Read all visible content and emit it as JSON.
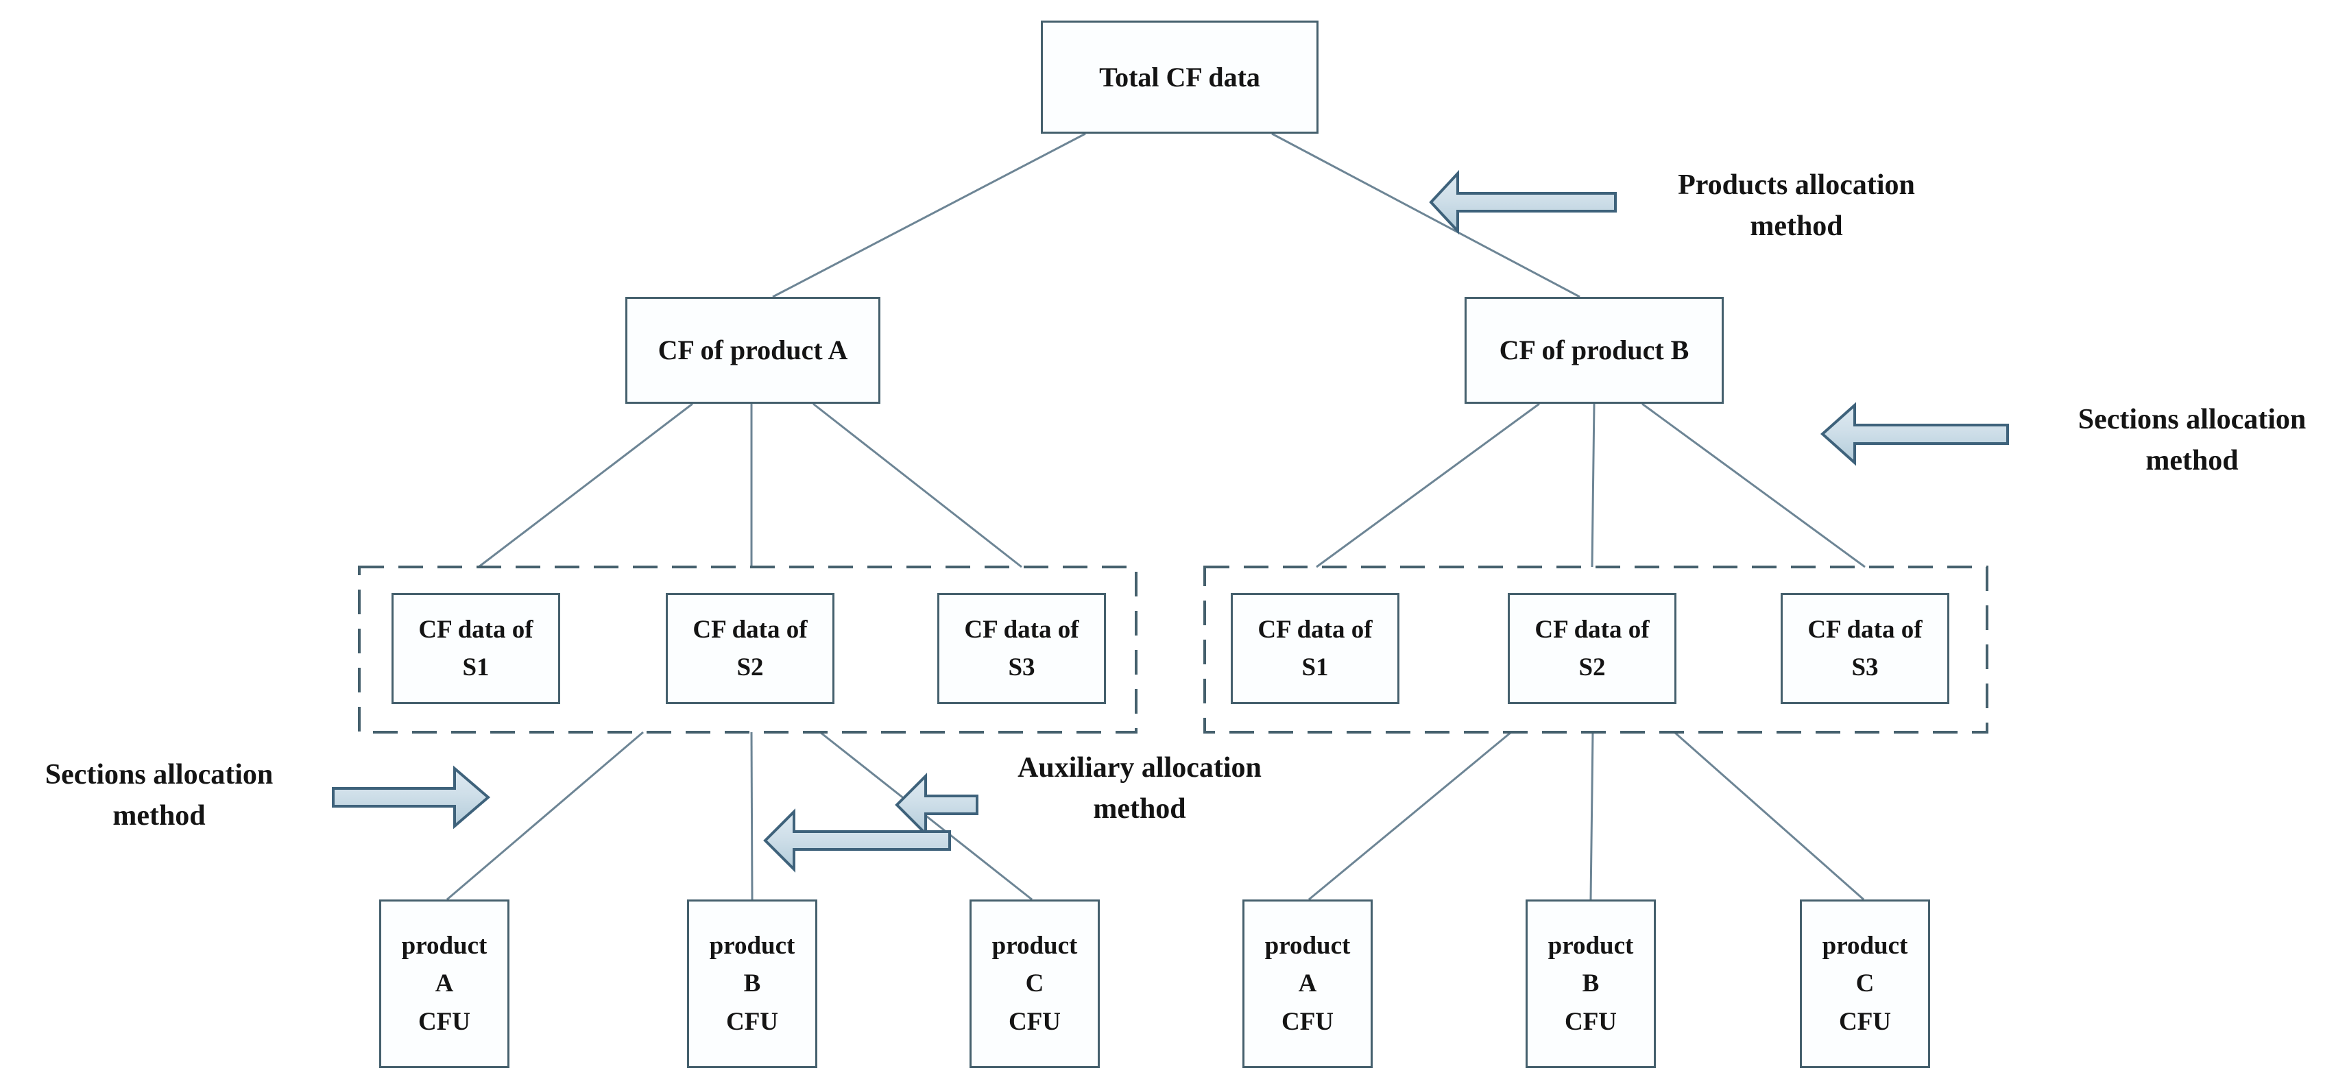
{
  "diagram_title": "CF data allocation tree",
  "colors": {
    "box_border": "#45606d",
    "box_fill": "#fcfeff",
    "connector_line": "#6d8595",
    "dashed_border": "#45606d",
    "arrow_fill_light": "#dfeaf2",
    "arrow_fill_dark": "#b3ccda",
    "arrow_stroke": "#3e627b",
    "text": "#141414"
  },
  "nodes": {
    "total": "Total CF data",
    "cf_a": "CF of product A",
    "cf_b": "CF of product B",
    "l_s1": "CF data of\nS1",
    "l_s2": "CF data of\nS2",
    "l_s3": "CF data of\nS3",
    "r_s1": "CF data of\nS1",
    "r_s2": "CF data of\nS2",
    "r_s3": "CF data of\nS3",
    "l_pa": "product\nA\nCFU",
    "l_pb": "product\nB\nCFU",
    "l_pc": "product\nC\nCFU",
    "r_pa": "product\nA\nCFU",
    "r_pb": "product\nB\nCFU",
    "r_pc": "product\nC\nCFU"
  },
  "captions": {
    "products": "Products allocation\nmethod",
    "sections_right": "Sections allocation\nmethod",
    "sections_left": "Sections allocation\nmethod",
    "auxiliary": "Auxiliary allocation\nmethod"
  },
  "edges": [
    [
      "total",
      "cf_a"
    ],
    [
      "total",
      "cf_b"
    ],
    [
      "cf_a",
      "l_s1"
    ],
    [
      "cf_a",
      "l_s2"
    ],
    [
      "cf_a",
      "l_s3"
    ],
    [
      "cf_b",
      "r_s1"
    ],
    [
      "cf_b",
      "r_s2"
    ],
    [
      "cf_b",
      "r_s3"
    ],
    [
      "l_s2",
      "l_pa"
    ],
    [
      "l_s2",
      "l_pb"
    ],
    [
      "l_s2",
      "l_pc"
    ],
    [
      "r_s2",
      "r_pa"
    ],
    [
      "r_s2",
      "r_pb"
    ],
    [
      "r_s2",
      "r_pc"
    ]
  ],
  "annotations": [
    {
      "caption": "Products allocation method",
      "arrow_points": "left",
      "targets_edge": "total->cf_b"
    },
    {
      "caption": "Sections allocation method (right)",
      "arrow_points": "left",
      "targets_edge": "cf_b->r_s3"
    },
    {
      "caption": "Sections allocation method (left)",
      "arrow_points": "right",
      "targets_edge": "l_s2->l_pa"
    },
    {
      "caption": "Auxiliary allocation method",
      "arrow_points": "left",
      "targets_edge": "l_s2->l_pb and l_s2->l_pc"
    }
  ]
}
